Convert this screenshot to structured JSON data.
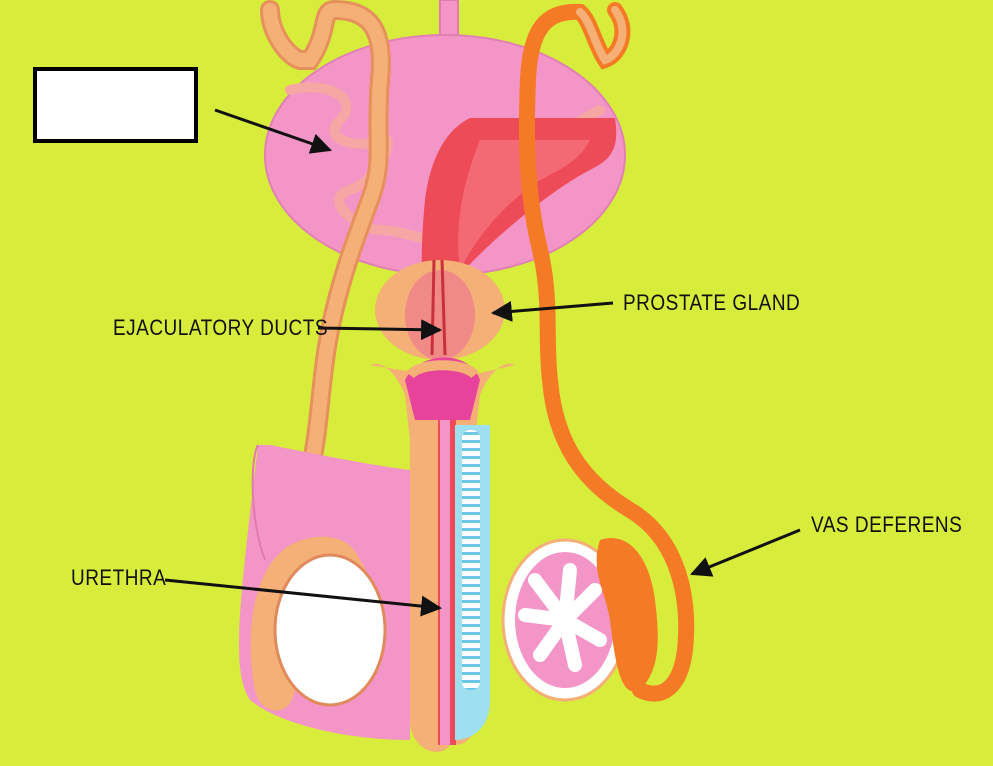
{
  "diagram": {
    "labels": {
      "ejaculatory_ducts": "EJACULATORY DUCTS",
      "prostate_gland": "PROSTATE GLAND",
      "vas_deferens": "VAS DEFERENS",
      "urethra": "URETHRA",
      "blank_label": ""
    },
    "colors": {
      "background": "#d7ec3b",
      "bladder": "#f495c7",
      "tissue_peach": "#f4b077",
      "vas_deferens_orange": "#f57a26",
      "seminal_red": "#ee4b58",
      "urethra_blue": "#9edff0",
      "testis_white": "#ffffff"
    }
  }
}
